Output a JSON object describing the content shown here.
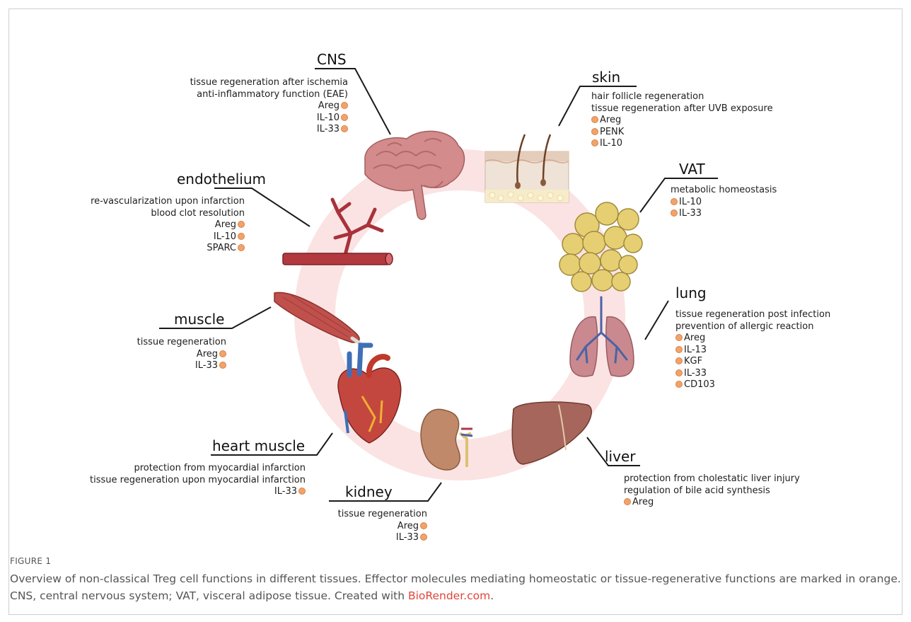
{
  "figure": {
    "organs": {
      "cns": {
        "title": "CNS",
        "functions": [
          "tissue regeneration after ischemia",
          "anti-inflammatory function (EAE)"
        ],
        "molecules": [
          "Areg",
          "IL-10",
          "IL-33"
        ]
      },
      "skin": {
        "title": "skin",
        "functions": [
          "hair follicle regeneration",
          "tissue regeneration after UVB exposure"
        ],
        "molecules": [
          "Areg",
          "PENK",
          "IL-10"
        ]
      },
      "vat": {
        "title": "VAT",
        "functions": [
          "metabolic homeostasis"
        ],
        "molecules": [
          "IL-10",
          "IL-33"
        ]
      },
      "endothelium": {
        "title": "endothelium",
        "functions": [
          "re-vascularization upon infarction",
          "blood clot resolution"
        ],
        "molecules": [
          "Areg",
          "IL-10",
          "SPARC"
        ]
      },
      "lung": {
        "title": "lung",
        "functions": [
          "tissue regeneration post infection",
          "prevention of allergic reaction"
        ],
        "molecules": [
          "Areg",
          "IL-13",
          "KGF",
          "IL-33",
          "CD103"
        ]
      },
      "muscle": {
        "title": "muscle",
        "functions": [
          "tissue regeneration"
        ],
        "molecules": [
          "Areg",
          "IL-33"
        ]
      },
      "heart": {
        "title": "heart muscle",
        "functions": [
          "protection from myocardial infarction",
          "tissue regeneration upon myocardial infarction"
        ],
        "molecules": [
          "IL-33"
        ]
      },
      "liver": {
        "title": "liver",
        "functions": [
          "protection from cholestatic liver injury",
          "regulation of bile acid synthesis"
        ],
        "molecules": [
          "Areg"
        ]
      },
      "kidney": {
        "title": "kidney",
        "functions": [
          "tissue regeneration"
        ],
        "molecules": [
          "Areg",
          "IL-33"
        ]
      }
    },
    "colors": {
      "marker": "#f2a36b",
      "ring": "#fbe3e3"
    }
  },
  "caption": {
    "label": "FIGURE 1",
    "text": "Overview of non-classical Treg cell functions in different tissues. Effector molecules mediating homeostatic or tissue-regenerative functions are marked in orange. CNS, central nervous system; VAT, visceral adipose tissue. Created with ",
    "link": "BioRender.com",
    "end": "."
  }
}
